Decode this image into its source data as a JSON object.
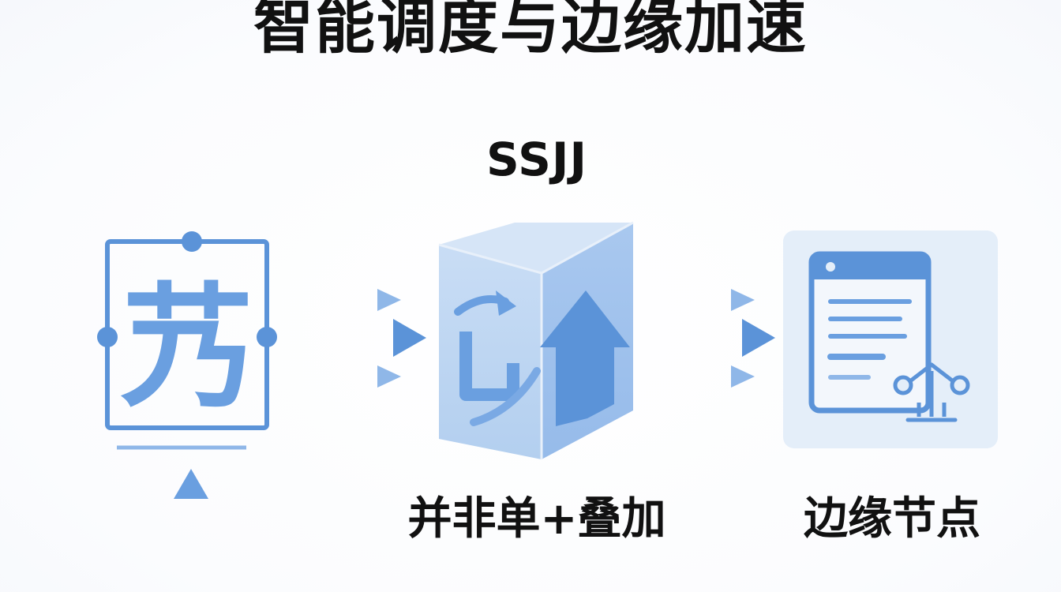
{
  "title": "智能调度与边缘加速",
  "subtitle": "SSJJ",
  "left_node": {
    "glyph": "艿",
    "icon": "schedule-frame-icon"
  },
  "center_node": {
    "label": "并非单+叠加",
    "icon": "accelerator-cube-icon"
  },
  "right_node": {
    "label": "边缘节点",
    "icon": "edge-document-icon"
  },
  "colors": {
    "primary": "#5b93d8",
    "light": "#a9c8ef",
    "pale": "#dde9f8",
    "text": "#111111"
  }
}
